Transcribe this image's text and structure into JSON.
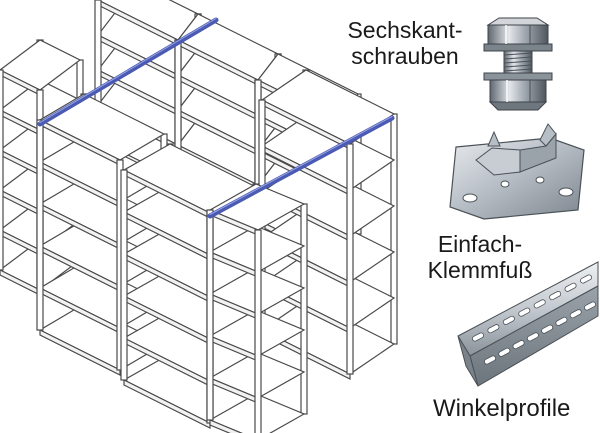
{
  "labels": {
    "hex_bolts": {
      "line1": "Sechskant-",
      "line2": "schrauben"
    },
    "clamp_foot": {
      "line1": "Einfach-",
      "line2": "Klemmfuß"
    },
    "angle_profile": {
      "line1": "Winkelprofile"
    }
  },
  "parts": [
    {
      "name": "hex-bolt-nut-set",
      "icon": "hex-bolt-icon"
    },
    {
      "name": "single-clamp-foot",
      "icon": "clamp-foot-icon"
    },
    {
      "name": "perforated-angle-profile",
      "icon": "angle-profile-icon"
    }
  ],
  "illustration": {
    "icon": "shelving-unit-icon"
  },
  "colors": {
    "frame_line": "#4a4a4a",
    "shelf_fill": "#ffffff",
    "connector_bar": "#4b5ab3",
    "metal_light": "#d9dde2",
    "metal_mid": "#a4abb3",
    "metal_dark": "#5f6770",
    "text": "#1a1a1a"
  }
}
